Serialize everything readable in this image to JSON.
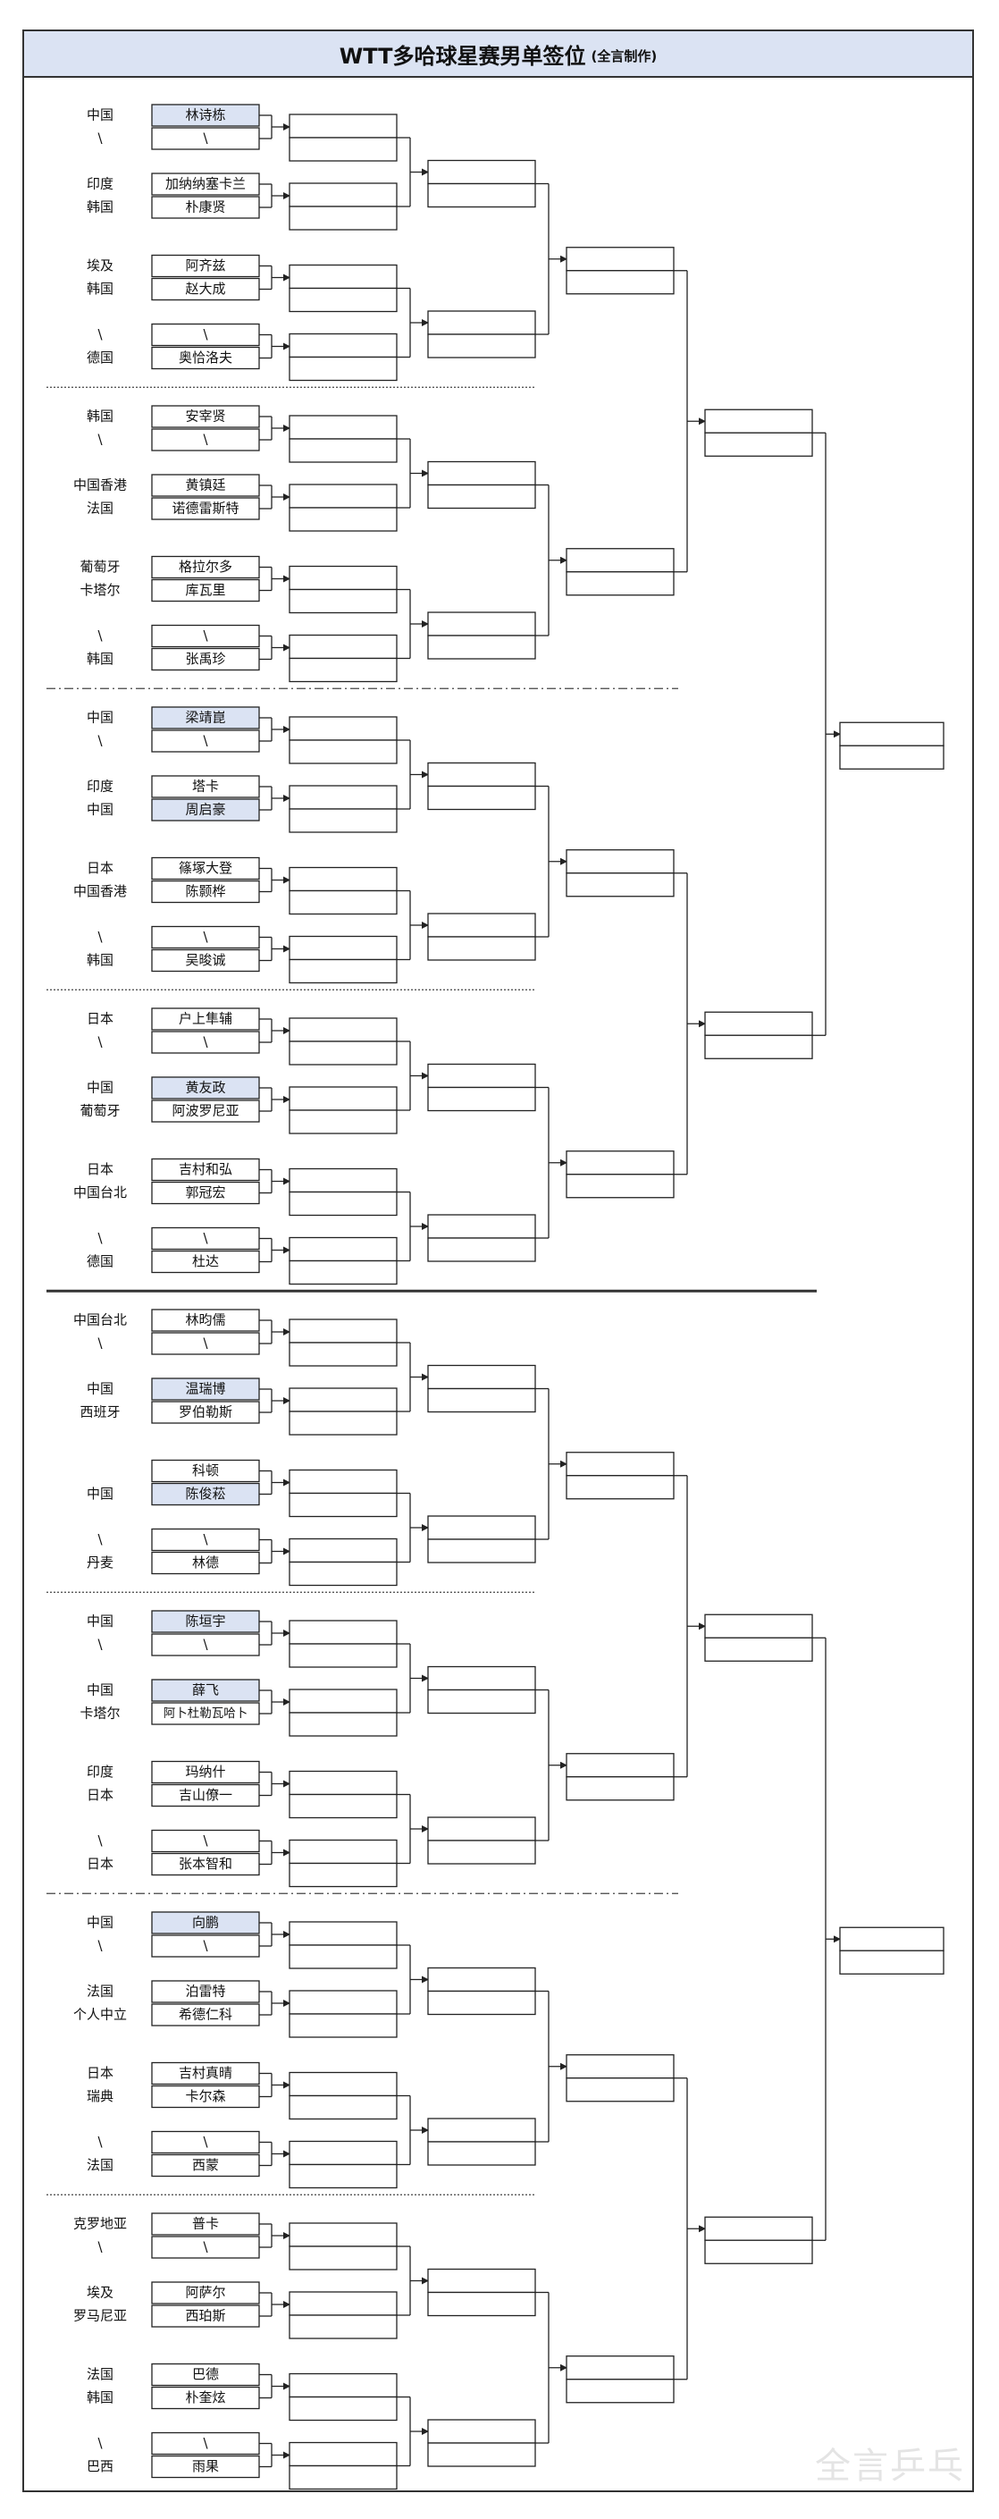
{
  "title": "WTT多哈球星赛男单签位",
  "subtitle": "(全言制作)",
  "watermark": "全言乒乓",
  "colors": {
    "seed_fill": "#dbe3f3",
    "line": "#222222",
    "header_fill": "#dbe3f3"
  },
  "players": [
    {
      "country": "中国",
      "name": "林诗栋",
      "seed": true
    },
    {
      "country": "\\",
      "name": "\\",
      "seed": false
    },
    {
      "country": "印度",
      "name": "加纳纳塞卡兰",
      "seed": false
    },
    {
      "country": "韩国",
      "name": "朴康贤",
      "seed": false
    },
    {
      "country": "埃及",
      "name": "阿齐兹",
      "seed": false
    },
    {
      "country": "韩国",
      "name": "赵大成",
      "seed": false
    },
    {
      "country": "\\",
      "name": "\\",
      "seed": false
    },
    {
      "country": "德国",
      "name": "奥恰洛夫",
      "seed": false
    },
    {
      "country": "韩国",
      "name": "安宰贤",
      "seed": false
    },
    {
      "country": "\\",
      "name": "\\",
      "seed": false
    },
    {
      "country": "中国香港",
      "name": "黄镇廷",
      "seed": false
    },
    {
      "country": "法国",
      "name": "诺德雷斯特",
      "seed": false
    },
    {
      "country": "葡萄牙",
      "name": "格拉尔多",
      "seed": false
    },
    {
      "country": "卡塔尔",
      "name": "库瓦里",
      "seed": false
    },
    {
      "country": "\\",
      "name": "\\",
      "seed": false
    },
    {
      "country": "韩国",
      "name": "张禹珍",
      "seed": false
    },
    {
      "country": "中国",
      "name": "梁靖崑",
      "seed": true
    },
    {
      "country": "\\",
      "name": "\\",
      "seed": false
    },
    {
      "country": "印度",
      "name": "塔卡",
      "seed": false
    },
    {
      "country": "中国",
      "name": "周启豪",
      "seed": true
    },
    {
      "country": "日本",
      "name": "篠塚大登",
      "seed": false
    },
    {
      "country": "中国香港",
      "name": "陈颢桦",
      "seed": false
    },
    {
      "country": "\\",
      "name": "\\",
      "seed": false
    },
    {
      "country": "韩国",
      "name": "吴晙诚",
      "seed": false
    },
    {
      "country": "日本",
      "name": "户上隼辅",
      "seed": false
    },
    {
      "country": "\\",
      "name": "\\",
      "seed": false
    },
    {
      "country": "中国",
      "name": "黄友政",
      "seed": true
    },
    {
      "country": "葡萄牙",
      "name": "阿波罗尼亚",
      "seed": false
    },
    {
      "country": "日本",
      "name": "吉村和弘",
      "seed": false
    },
    {
      "country": "中国台北",
      "name": "郭冠宏",
      "seed": false
    },
    {
      "country": "\\",
      "name": "\\",
      "seed": false
    },
    {
      "country": "德国",
      "name": "杜达",
      "seed": false
    },
    {
      "country": "中国台北",
      "name": "林昀儒",
      "seed": false
    },
    {
      "country": "\\",
      "name": "\\",
      "seed": false
    },
    {
      "country": "中国",
      "name": "温瑞博",
      "seed": true
    },
    {
      "country": "西班牙",
      "name": "罗伯勒斯",
      "seed": false
    },
    {
      "country": "",
      "name": "科顿",
      "seed": false
    },
    {
      "country": "中国",
      "name": "陈俊菘",
      "seed": true
    },
    {
      "country": "\\",
      "name": "\\",
      "seed": false
    },
    {
      "country": "丹麦",
      "name": "林德",
      "seed": false
    },
    {
      "country": "中国",
      "name": "陈垣宇",
      "seed": true
    },
    {
      "country": "\\",
      "name": "\\",
      "seed": false
    },
    {
      "country": "中国",
      "name": "薛飞",
      "seed": true
    },
    {
      "country": "卡塔尔",
      "name": "阿卜杜勒瓦哈卜",
      "seed": false
    },
    {
      "country": "印度",
      "name": "玛纳什",
      "seed": false
    },
    {
      "country": "日本",
      "name": "吉山僚一",
      "seed": false
    },
    {
      "country": "\\",
      "name": "\\",
      "seed": false
    },
    {
      "country": "日本",
      "name": "张本智和",
      "seed": false
    },
    {
      "country": "中国",
      "name": "向鹏",
      "seed": true
    },
    {
      "country": "\\",
      "name": "\\",
      "seed": false
    },
    {
      "country": "法国",
      "name": "泊雷特",
      "seed": false
    },
    {
      "country": "个人中立",
      "name": "希德仁科",
      "seed": false
    },
    {
      "country": "日本",
      "name": "吉村真晴",
      "seed": false
    },
    {
      "country": "瑞典",
      "name": "卡尔森",
      "seed": false
    },
    {
      "country": "\\",
      "name": "\\",
      "seed": false
    },
    {
      "country": "法国",
      "name": "西蒙",
      "seed": false
    },
    {
      "country": "克罗地亚",
      "name": "普卡",
      "seed": false
    },
    {
      "country": "\\",
      "name": "\\",
      "seed": false
    },
    {
      "country": "埃及",
      "name": "阿萨尔",
      "seed": false
    },
    {
      "country": "罗马尼亚",
      "name": "西珀斯",
      "seed": false
    },
    {
      "country": "法国",
      "name": "巴德",
      "seed": false
    },
    {
      "country": "韩国",
      "name": "朴奎炫",
      "seed": false
    },
    {
      "country": "\\",
      "name": "\\",
      "seed": false
    },
    {
      "country": "巴西",
      "name": "雨果",
      "seed": false
    }
  ]
}
